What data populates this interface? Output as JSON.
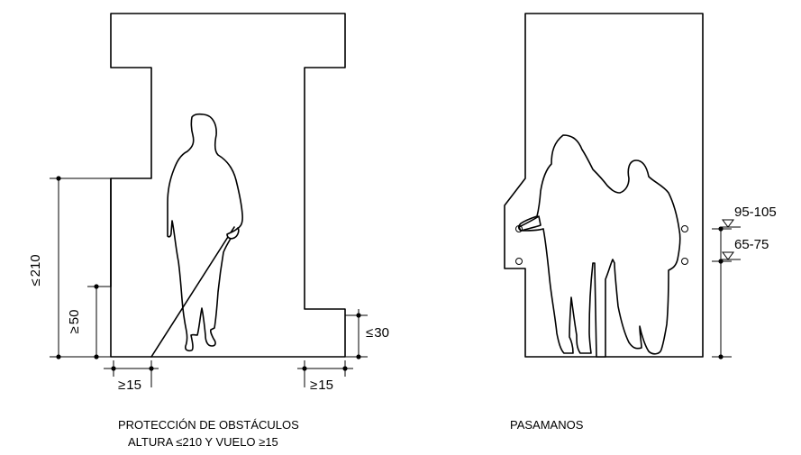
{
  "left_drawing": {
    "dims": {
      "max_height": "210",
      "ground_clear": "50",
      "overhang_left": "15",
      "overhang_right": "15",
      "low_obstacle": "30"
    },
    "caption_line1": "PROTECCIÓN DE OBSTÁCULOS",
    "caption_line2": "ALTURA ≤210 Y VUELO ≥15"
  },
  "right_drawing": {
    "dims": {
      "upper_rail": "95-105",
      "lower_rail": "65-75"
    },
    "caption": "PASAMANOS"
  },
  "symbols": {
    "le": "≤",
    "ge": "≥",
    "level": "▽"
  }
}
